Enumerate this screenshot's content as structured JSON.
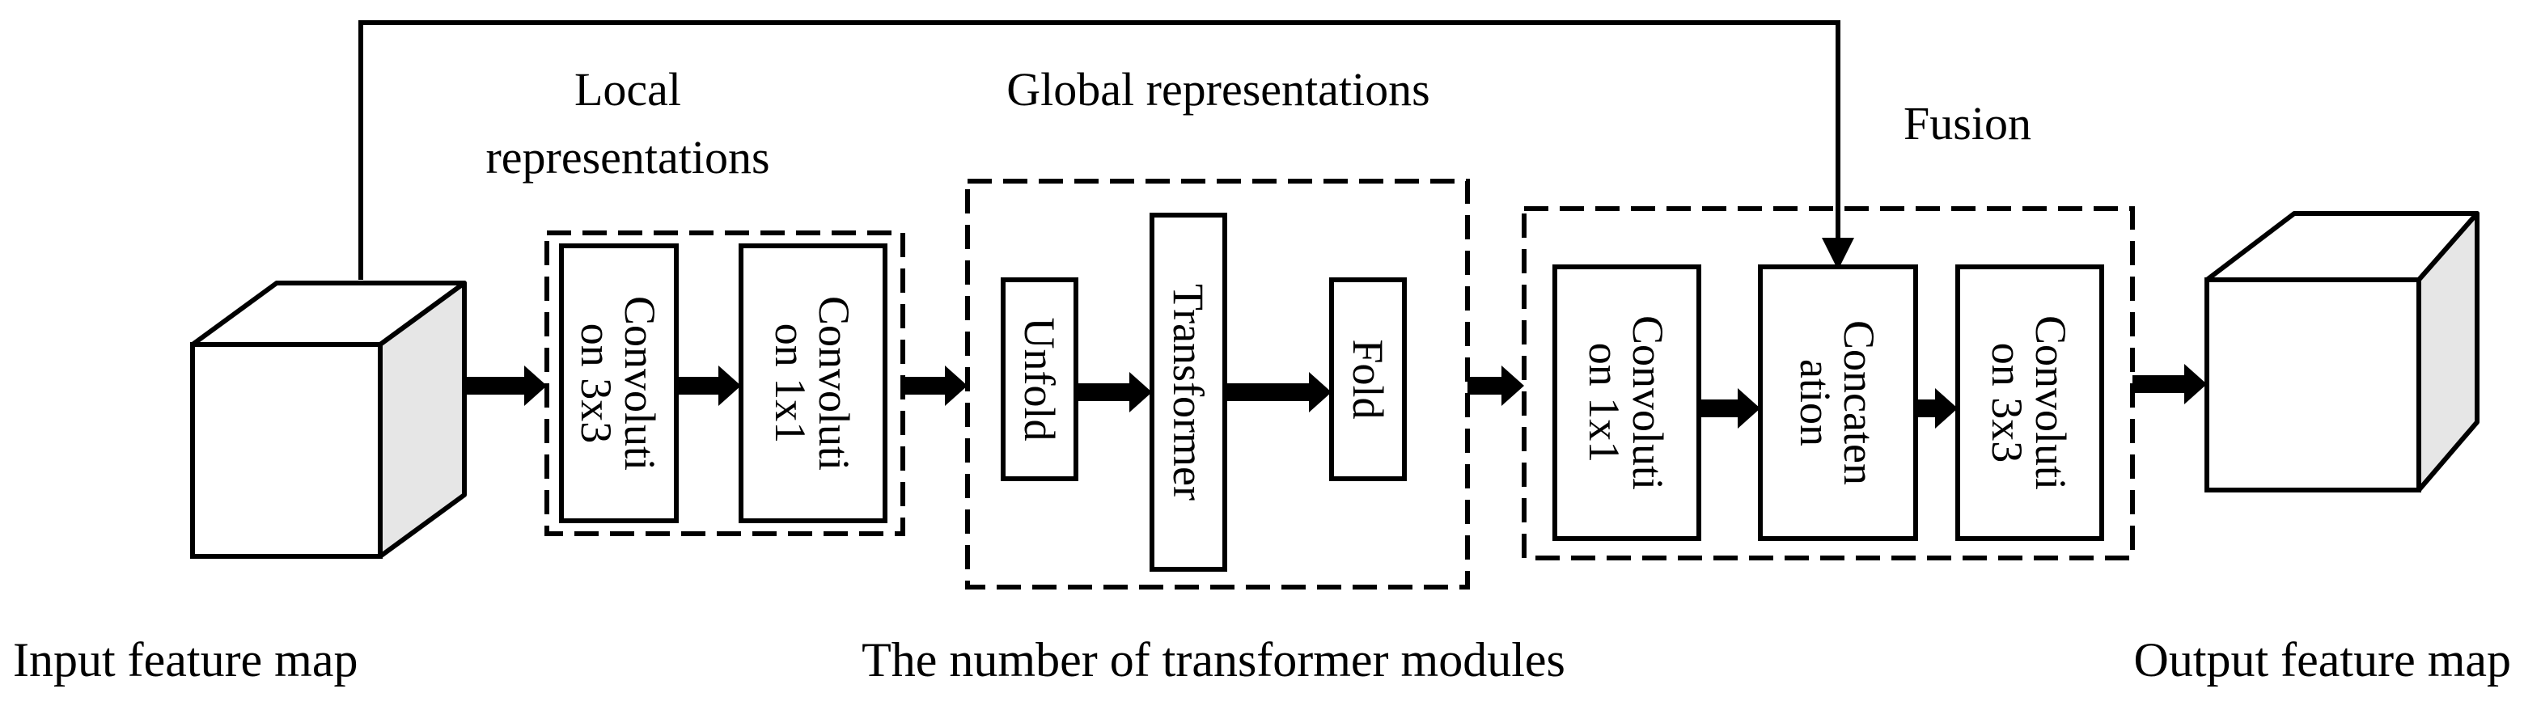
{
  "labels": {
    "input": "Input feature map",
    "output": "Output feature map",
    "footer": "The number of transformer modules",
    "local_line1": "Local",
    "local_line2": "representations",
    "global": "Global representations",
    "fusion": "Fusion"
  },
  "blocks": {
    "local_conv3_line1": "Convoluti",
    "local_conv3_line2": "on 3x3",
    "local_conv1_line1": "Convoluti",
    "local_conv1_line2": "on 1x1",
    "unfold": "Unfold",
    "transformer": "Transformer",
    "fold": "Fold",
    "fusion_conv1_line1": "Convoluti",
    "fusion_conv1_line2": "on 1x1",
    "concat_line1": "Concaten",
    "concat_line2": "ation",
    "fusion_conv3_line1": "Convoluti",
    "fusion_conv3_line2": "on 3x3"
  },
  "colors": {
    "stroke": "#000000",
    "cube_side": "#e6e6e6",
    "background": "#ffffff"
  }
}
